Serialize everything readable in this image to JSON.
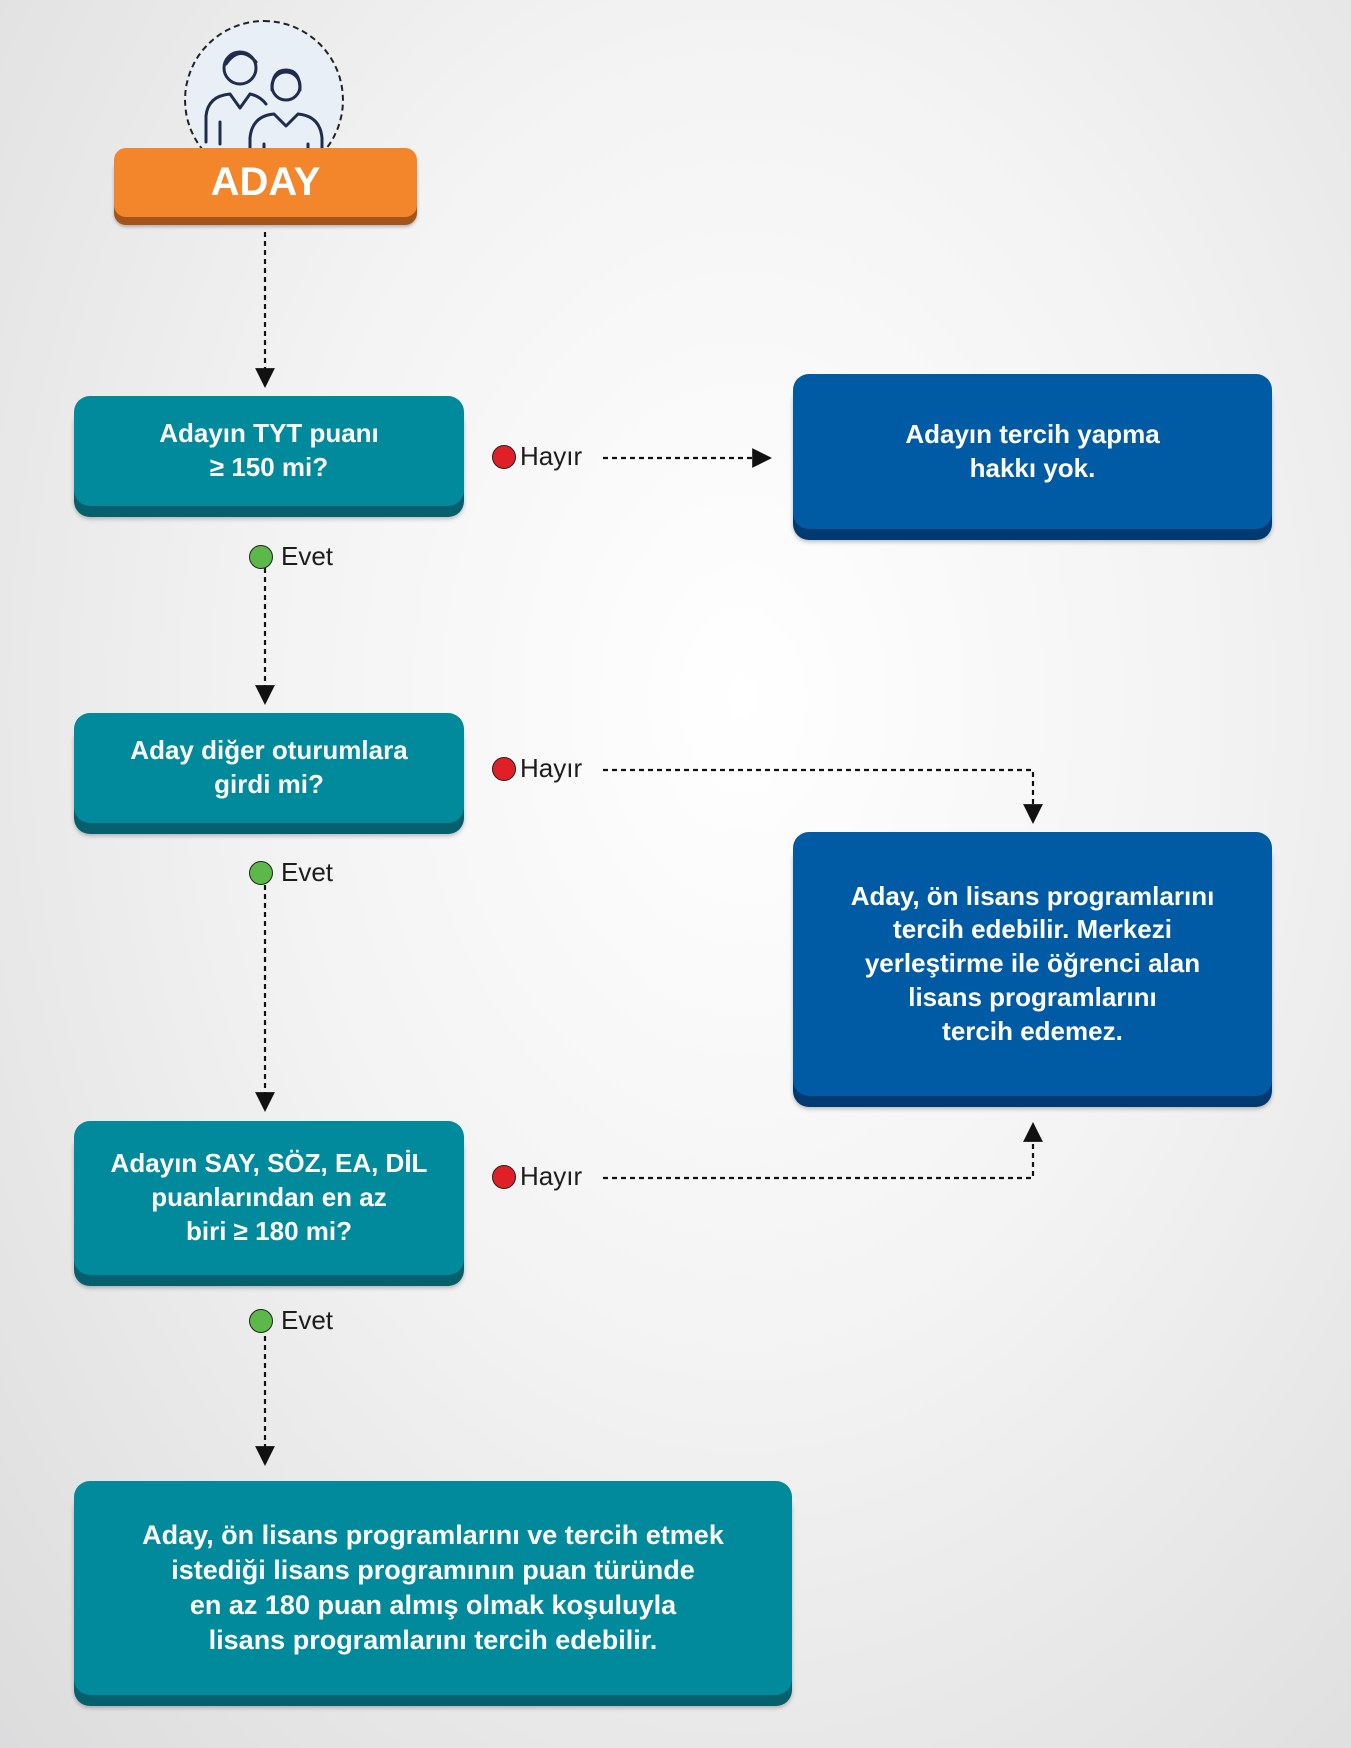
{
  "start": {
    "title": "ADAY",
    "icon": "people-icon"
  },
  "decisions": [
    {
      "question": "Adayın TYT puanı\n≥ 150 mi?"
    },
    {
      "question": "Aday diğer oturumlara\ngirdi mi?"
    },
    {
      "question": "Adayın SAY, SÖZ, EA, DİL\npuanlarından en az\nbiri ≥  180 mi?"
    }
  ],
  "results": [
    {
      "text": "Adayın tercih yapma\nhakkı yok."
    },
    {
      "text": "Aday, ön lisans programlarını\ntercih edebilir. Merkezi\nyerleştirme ile öğrenci alan\nlisans programlarını\ntercih edemez."
    },
    {
      "text": "Aday, ön lisans programlarını ve tercih etmek\nistediği lisans programının puan türünde\nen az 180 puan almış olmak koşuluyla\nlisans programlarını tercih edebilir."
    }
  ],
  "labels": {
    "yes": "Evet",
    "no": "Hayır"
  },
  "colors": {
    "teal": "#018a9c",
    "blue": "#005ba4",
    "orange": "#f3862a",
    "yes_dot": "#5cb848",
    "no_dot": "#e01f26"
  }
}
